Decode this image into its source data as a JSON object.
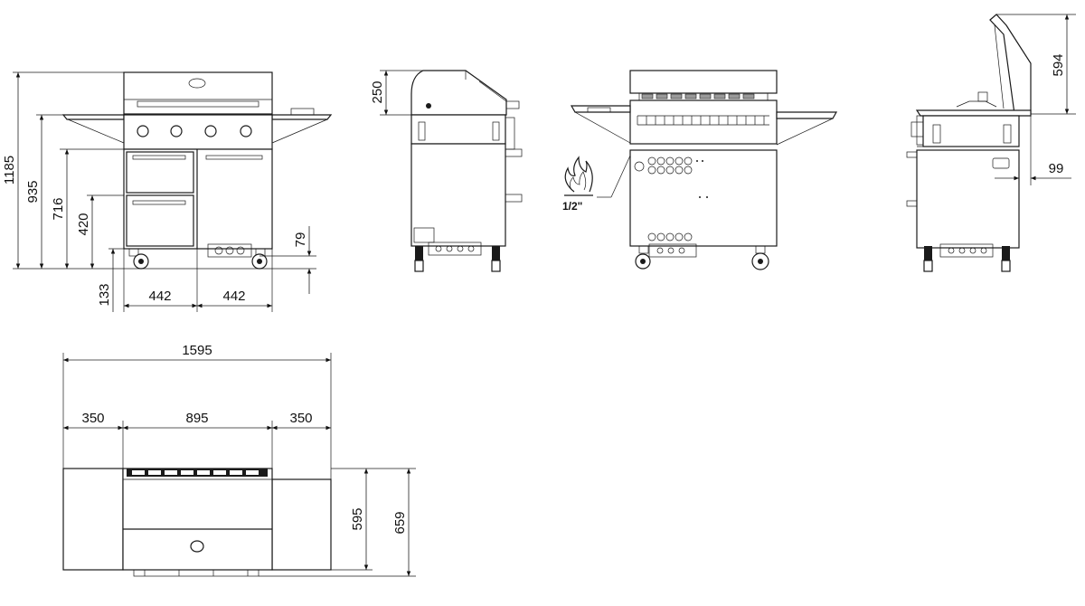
{
  "dimensions": {
    "front_total_height": "1185",
    "front_side_table_height": "935",
    "front_cabinet_top_height": "716",
    "front_drawer_top_height": "420",
    "front_wheel_height": "133",
    "front_clearance": "79",
    "front_left_width": "442",
    "front_right_width": "442",
    "side_lid_height": "250",
    "right_lid_open_height": "594",
    "right_depth_offset": "99",
    "top_total_width": "1595",
    "top_left_table_width": "350",
    "top_grill_width": "895",
    "top_right_table_width": "350",
    "top_depth": "595",
    "top_total_depth": "659"
  },
  "gas_connection_label": "1/2\""
}
